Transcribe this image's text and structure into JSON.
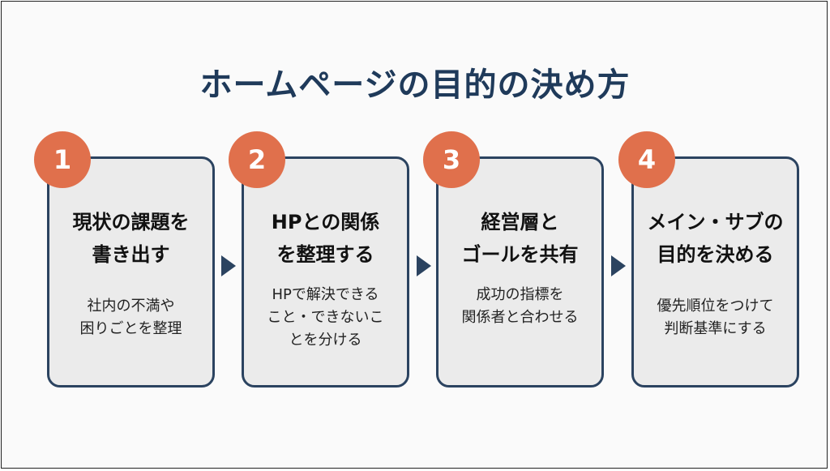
{
  "title": "ホームページの目的の決め方",
  "colors": {
    "accent": "#e0704c",
    "navy": "#2b4360",
    "card_bg": "#ebebeb"
  },
  "steps": [
    {
      "number": "1",
      "heading": [
        "現状の課題を",
        "書き出す"
      ],
      "description": [
        "社内の不満や",
        "困りごとを整理"
      ]
    },
    {
      "number": "2",
      "heading": [
        "HPとの関係",
        "を整理する"
      ],
      "description": [
        "HPで解決できる",
        "こと・できないこ",
        "とを分ける"
      ]
    },
    {
      "number": "3",
      "heading": [
        "経営層と",
        "ゴールを共有"
      ],
      "description": [
        "成功の指標を",
        "関係者と合わせる"
      ]
    },
    {
      "number": "4",
      "heading": [
        "メイン・サブの",
        "目的を決める"
      ],
      "description": [
        "優先順位をつけて",
        "判断基準にする"
      ]
    }
  ]
}
